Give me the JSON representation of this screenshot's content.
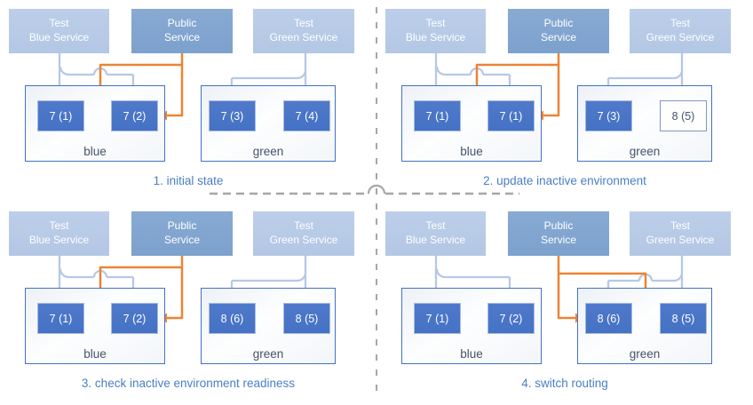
{
  "colors": {
    "public_arrow": "#ED8333",
    "test_arrow": "#B6C8E7",
    "pod_fill": "#4472C4",
    "service_light": "#BCCEE9",
    "service_dark": "#7CA1CD",
    "env_border": "#4472C4",
    "env_label_text": "#44546A",
    "caption_text": "#4A7EC5",
    "divider": "#A6A6A6"
  },
  "panels": [
    {
      "caption": "1. initial state",
      "public_route": "blue",
      "services": [
        {
          "line1": "Test",
          "line2": "Blue Service"
        },
        {
          "line1": "Public",
          "line2": "Service"
        },
        {
          "line1": "Test",
          "line2": "Green Service"
        }
      ],
      "environments": [
        {
          "name": "blue",
          "pods": [
            {
              "label": "7 (1)",
              "style": "filled"
            },
            {
              "label": "7 (2)",
              "style": "filled"
            }
          ]
        },
        {
          "name": "green",
          "pods": [
            {
              "label": "7 (3)",
              "style": "filled"
            },
            {
              "label": "7 (4)",
              "style": "filled"
            }
          ]
        }
      ]
    },
    {
      "caption": "2. update inactive environment",
      "public_route": "blue",
      "services": [
        {
          "line1": "Test",
          "line2": "Blue Service"
        },
        {
          "line1": "Public",
          "line2": "Service"
        },
        {
          "line1": "Test",
          "line2": "Green Service"
        }
      ],
      "environments": [
        {
          "name": "blue",
          "pods": [
            {
              "label": "7 (1)",
              "style": "filled"
            },
            {
              "label": "7 (1)",
              "style": "filled"
            }
          ]
        },
        {
          "name": "green",
          "pods": [
            {
              "label": "7 (3)",
              "style": "filled"
            },
            {
              "label": "8 (5)",
              "style": "outlined"
            }
          ]
        }
      ]
    },
    {
      "caption": "3. check inactive environment readiness",
      "public_route": "blue",
      "services": [
        {
          "line1": "Test",
          "line2": "Blue Service"
        },
        {
          "line1": "Public",
          "line2": "Service"
        },
        {
          "line1": "Test",
          "line2": "Green Service"
        }
      ],
      "environments": [
        {
          "name": "blue",
          "pods": [
            {
              "label": "7 (1)",
              "style": "filled"
            },
            {
              "label": "7 (2)",
              "style": "filled"
            }
          ]
        },
        {
          "name": "green",
          "pods": [
            {
              "label": "8 (6)",
              "style": "filled"
            },
            {
              "label": "8 (5)",
              "style": "filled"
            }
          ]
        }
      ]
    },
    {
      "caption": "4. switch routing",
      "public_route": "green",
      "services": [
        {
          "line1": "Test",
          "line2": "Blue Service"
        },
        {
          "line1": "Public",
          "line2": "Service"
        },
        {
          "line1": "Test",
          "line2": "Green Service"
        }
      ],
      "environments": [
        {
          "name": "blue",
          "pods": [
            {
              "label": "7 (1)",
              "style": "filled"
            },
            {
              "label": "7 (2)",
              "style": "filled"
            }
          ]
        },
        {
          "name": "green",
          "pods": [
            {
              "label": "8 (6)",
              "style": "filled"
            },
            {
              "label": "8 (5)",
              "style": "filled"
            }
          ]
        }
      ]
    }
  ]
}
